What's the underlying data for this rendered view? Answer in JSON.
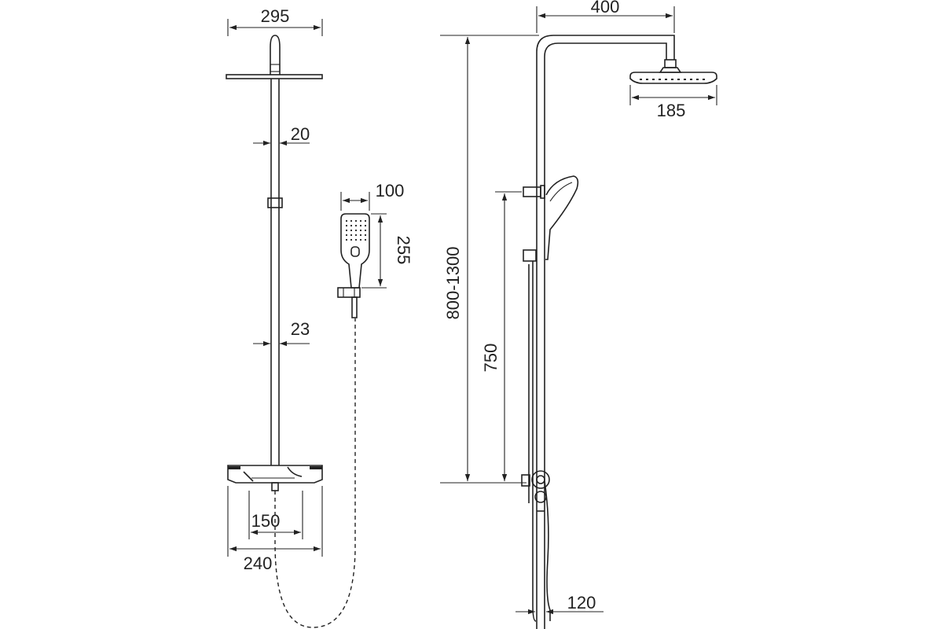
{
  "dimensions": {
    "head_width_front": "295",
    "pipe_upper_diameter": "20",
    "pipe_lower_diameter": "23",
    "mixer_centers": "150",
    "mixer_width": "240",
    "hand_shower_width": "100",
    "hand_shower_length": "255",
    "arm_reach": "400",
    "head_diameter_side": "185",
    "height_adjustable": "800-1300",
    "holder_height": "750",
    "wall_offset": "120"
  },
  "colors": {
    "line": "#222222",
    "background": "#ffffff"
  }
}
